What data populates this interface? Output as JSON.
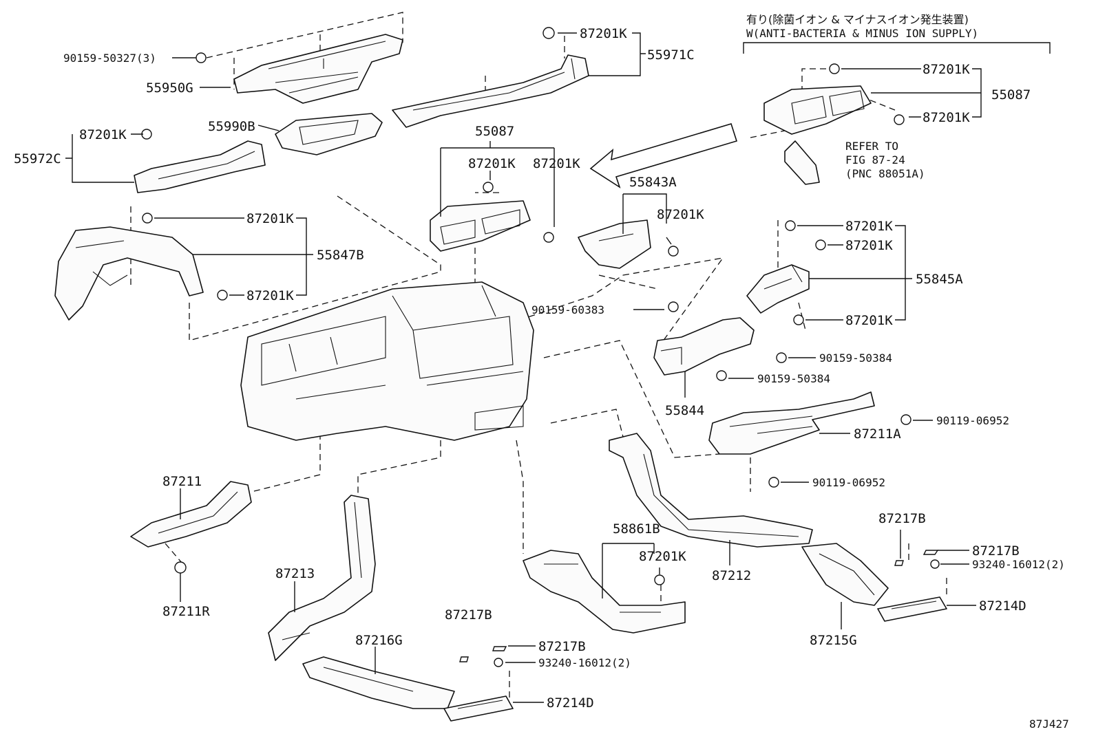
{
  "diagram": {
    "figure_code": "87J427",
    "variant_note": {
      "jp": "有り(除菌イオン & マイナスイオン発生装置)",
      "en": "W(ANTI-BACTERIA & MINUS ION SUPPLY)"
    },
    "refer": {
      "line1": "REFER TO",
      "line2": "FIG 87-24",
      "line3": "(PNC 88051A)"
    },
    "labels": {
      "p90159_50327": "90159-50327(3)",
      "p55950G": "55950G",
      "p55990B": "55990B",
      "p87201K_a": "87201K",
      "p55972C": "55972C",
      "p87201K_b": "87201K",
      "p55971C": "55971C",
      "p55087_mid": "55087",
      "p87201K_c": "87201K",
      "p87201K_d": "87201K",
      "p87201K_e": "87201K",
      "p55087_right": "55087",
      "p87201K_f": "87201K",
      "p87201K_g": "87201K",
      "p55847B": "55847B",
      "p87201K_h": "87201K",
      "p55843A": "55843A",
      "p87201K_i": "87201K",
      "p90159_60383": "90159-60383",
      "p87201K_j": "87201K",
      "p87201K_k": "87201K",
      "p55845A": "55845A",
      "p87201K_l": "87201K",
      "p90159_50384_a": "90159-50384",
      "p90159_50384_b": "90159-50384",
      "p55844": "55844",
      "p90119_06952_a": "90119-06952",
      "p87211A": "87211A",
      "p90119_06952_b": "90119-06952",
      "p87211": "87211",
      "p87211R": "87211R",
      "p87213": "87213",
      "p87216G": "87216G",
      "p87217B_a": "87217B",
      "p87217B_b": "87217B",
      "p93240_a": "93240-16012(2)",
      "p87214D_a": "87214D",
      "p58861B": "58861B",
      "p87201K_m": "87201K",
      "p87212": "87212",
      "p87217B_c": "87217B",
      "p87217B_d": "87217B",
      "p93240_b": "93240-16012(2)",
      "p87214D_b": "87214D",
      "p87215G": "87215G"
    }
  }
}
